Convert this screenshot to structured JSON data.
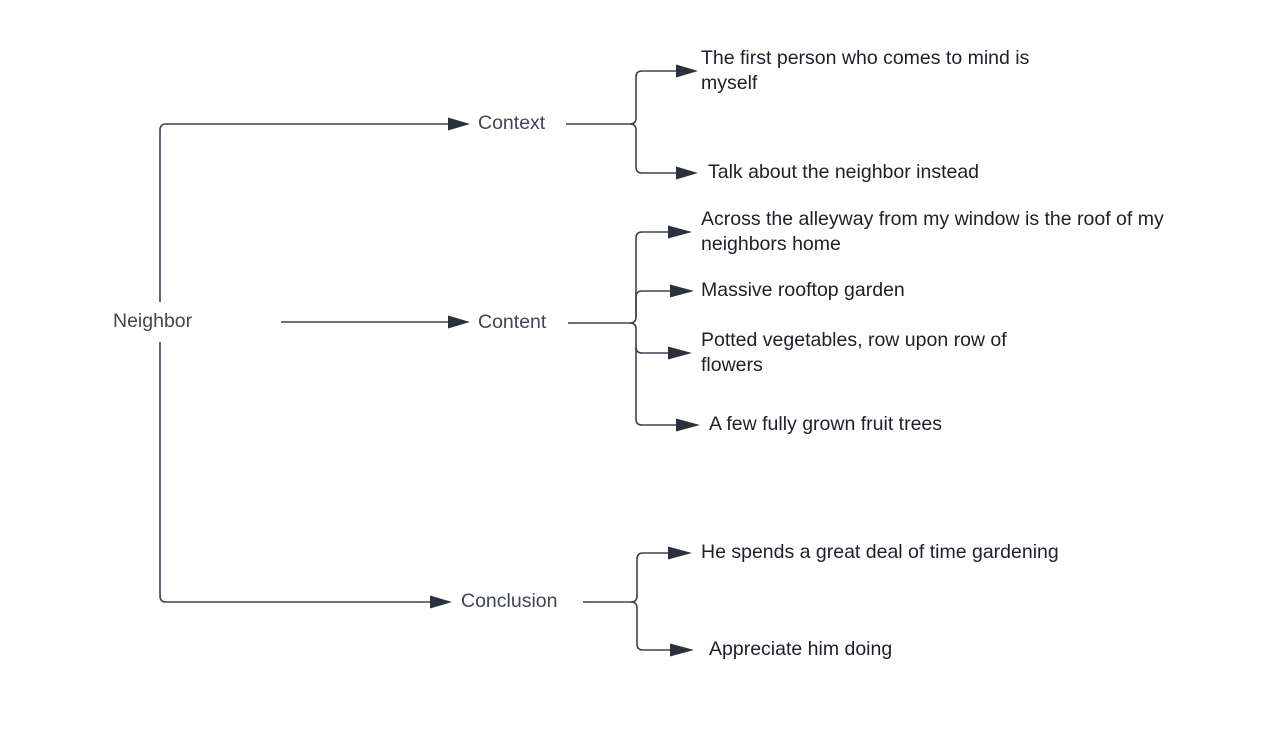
{
  "diagram": {
    "type": "mind-map-tree",
    "orientation": "left-to-right",
    "background_color": "#ffffff",
    "edge_color": "#3c4350",
    "node_text_color": "#3f4652",
    "leaf_text_color": "#1c2029",
    "root": {
      "label": "Neighbor"
    },
    "branches": [
      {
        "label": "Context",
        "children": [
          {
            "lines": [
              "The first person who comes to mind is",
              "myself"
            ]
          },
          {
            "lines": [
              "Talk about the neighbor instead"
            ]
          }
        ]
      },
      {
        "label": "Content",
        "children": [
          {
            "lines": [
              "Across the alleyway from my window is the roof of my",
              "neighbors home"
            ]
          },
          {
            "lines": [
              "Massive rooftop garden"
            ]
          },
          {
            "lines": [
              "Potted vegetables, row upon row of",
              "flowers"
            ]
          },
          {
            "lines": [
              "A few fully grown fruit trees"
            ]
          }
        ]
      },
      {
        "label": "Conclusion",
        "children": [
          {
            "lines": [
              "He spends a great deal of time gardening"
            ]
          },
          {
            "lines": [
              "Appreciate him doing"
            ]
          }
        ]
      }
    ]
  }
}
